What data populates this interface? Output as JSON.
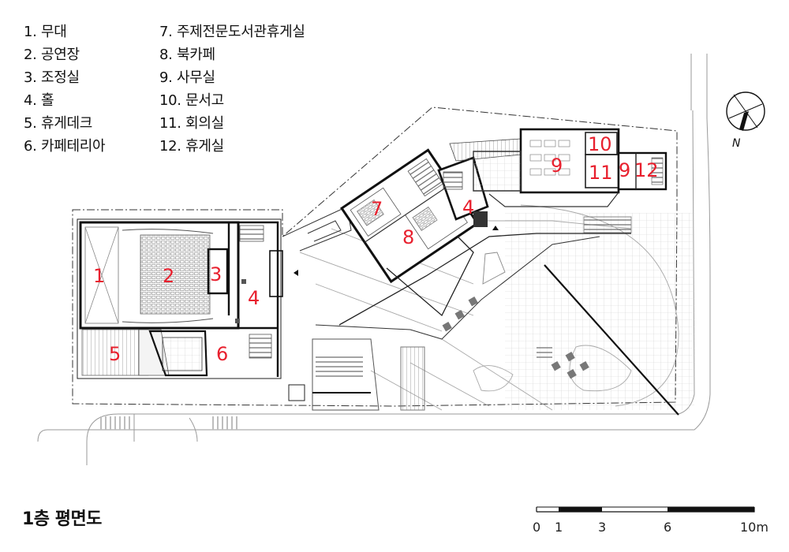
{
  "legend": {
    "col1": [
      "1. 무대",
      "2. 공연장",
      "3. 조정실",
      "4. 홀",
      "5. 휴게데크",
      "6. 카페테리아"
    ],
    "col2": [
      "7. 주제전문도서관휴게실",
      "8. 북카페",
      "9. 사무실",
      "10. 문서고",
      "11. 회의실",
      "12. 휴게실"
    ]
  },
  "title": "1층 평면도",
  "north_label": "N",
  "scale_bar": {
    "ticks": [
      "0",
      "1",
      "3",
      "6",
      "10m"
    ]
  },
  "room_numbers": {
    "stage": "1",
    "hall_seats": "2",
    "control": "3",
    "lobby": "4",
    "deck": "5",
    "cafe": "6",
    "lounge": "7",
    "bookcafe": "8",
    "lobby_east": "4",
    "office": "9",
    "archive": "10",
    "meeting": "11",
    "office_small": "9",
    "rest": "12"
  },
  "colors": {
    "room_number": "#e8202e",
    "line": "#1a1a1a",
    "light_line": "#9a9a9a"
  }
}
